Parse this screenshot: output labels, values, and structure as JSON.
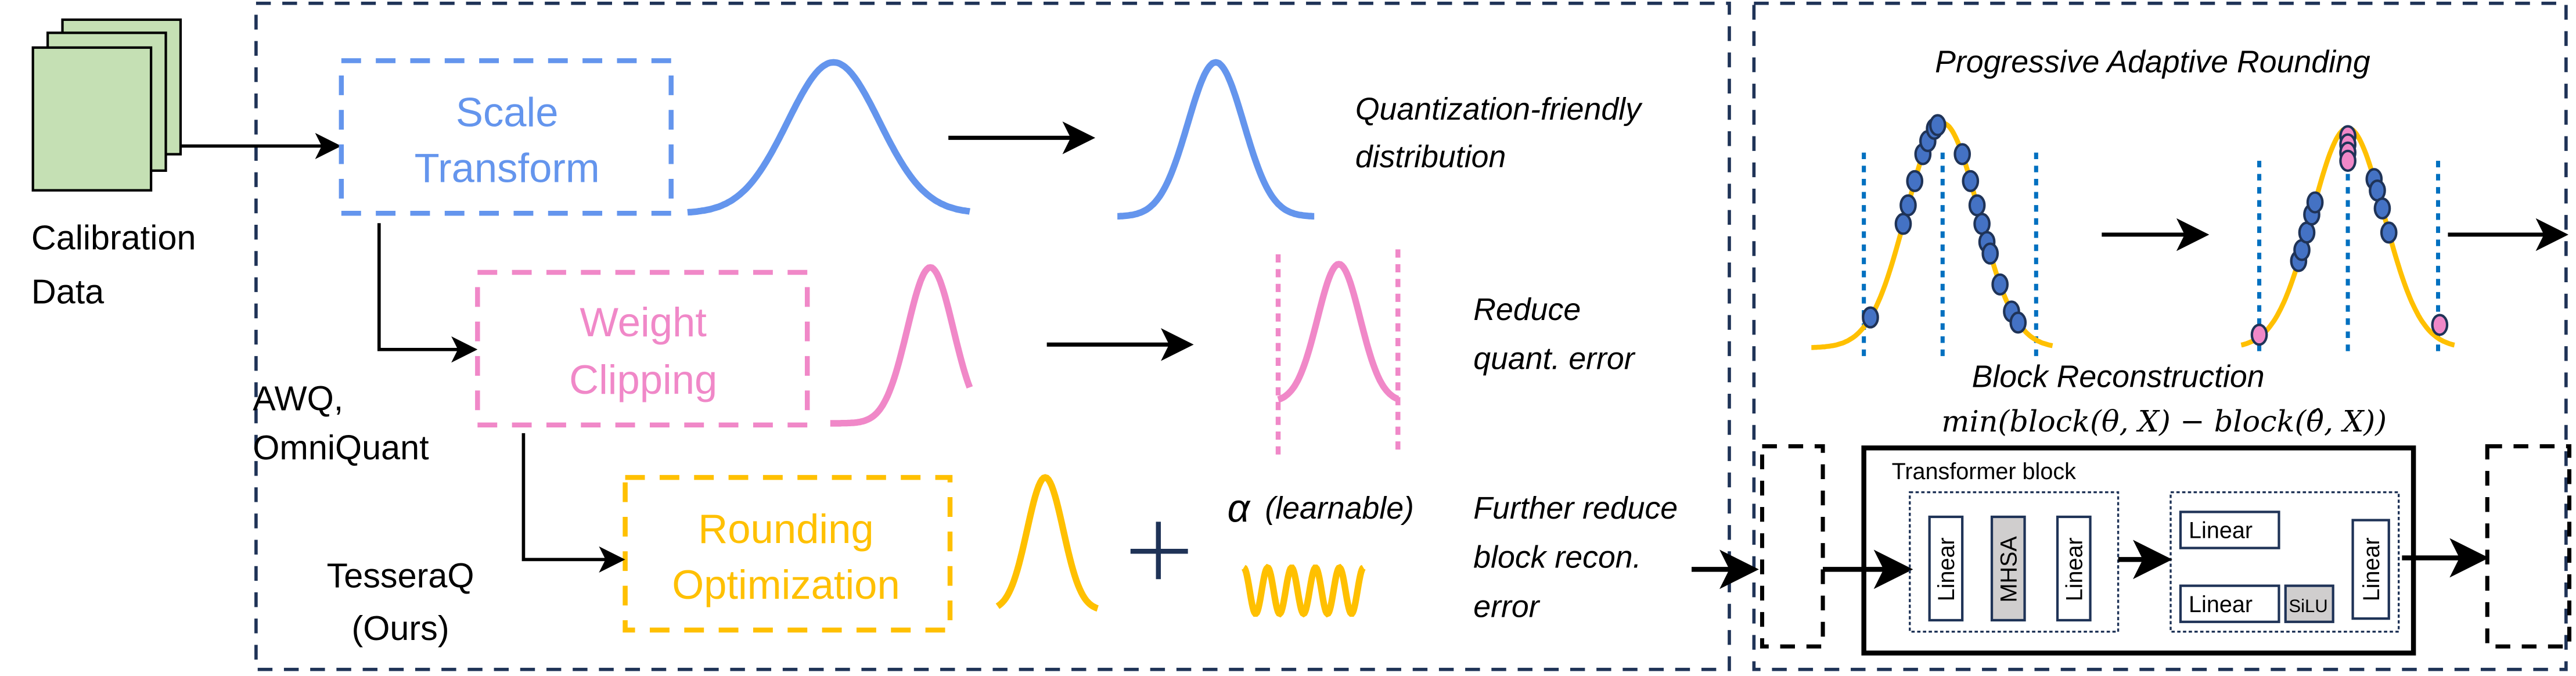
{
  "calibration": {
    "line1": "Calibration",
    "line2": "Data"
  },
  "stages": [
    {
      "line1": "Scale",
      "line2": "Transform",
      "color": "#6495ED",
      "note1": "Quantization-friendly",
      "note2": "distribution"
    },
    {
      "line1": "Weight",
      "line2": "Clipping",
      "color": "#F088C8",
      "note1": "Reduce",
      "note2": "quant. error"
    },
    {
      "line1": "Rounding",
      "line2": "Optimization",
      "color": "#FFC000",
      "note1": "Further reduce",
      "note2": "block recon.",
      "note3": "error"
    }
  ],
  "methods": {
    "baseline1": "AWQ,",
    "baseline2": "OmniQuant",
    "ours1": "TesseraQ",
    "ours2": "(Ours)"
  },
  "alpha": {
    "symbol": "α",
    "label": "(learnable)"
  },
  "right_panel": {
    "title": "Progressive Adaptive Rounding",
    "subtitle": "Block Reconstruction",
    "formula": "min(block(θ, X) − block(θ̂, X))",
    "transformer": {
      "title": "Transformer block",
      "attn": [
        "Linear",
        "MHSA",
        "Linear"
      ],
      "mlp": [
        "Linear",
        "Linear",
        "SiLU",
        "Linear"
      ]
    }
  },
  "colors": {
    "frame": "#1F3357",
    "calib_fill": "#C5E0B4",
    "grid_blue": "#0070C0",
    "dot_blue": "#4472C4",
    "dot_pink": "#F088C8",
    "gray_block": "#D0CECE"
  }
}
